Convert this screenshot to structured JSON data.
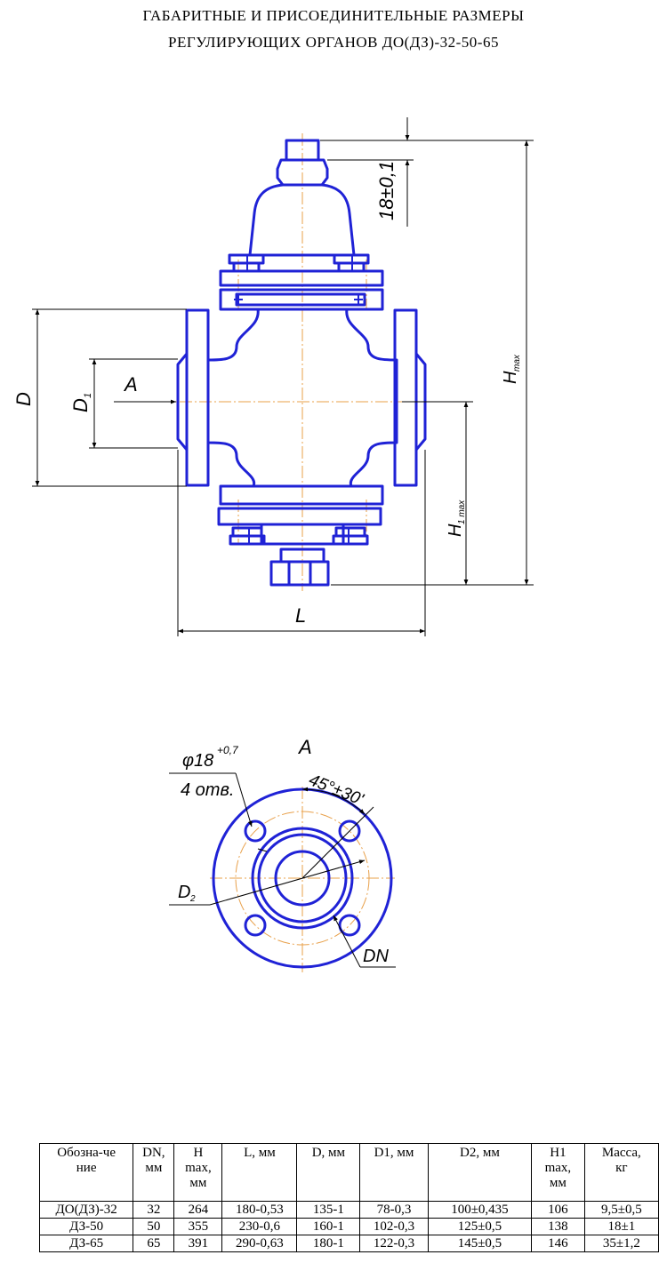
{
  "title": {
    "line1": "ГАБАРИТНЫЕ И ПРИСОЕДИНИТЕЛЬНЫЕ РАЗМЕРЫ",
    "line2": "РЕГУЛИРУЮЩИХ ОРГАНОВ ДО(ДЗ)-32-50-65"
  },
  "front_view": {
    "dim_top": "18±0,1",
    "dim_hmax": "H",
    "dim_hmax_sub": "max",
    "dim_h1max": "H",
    "dim_h1max_sub": "1 max",
    "dim_d": "D",
    "dim_d1": "D",
    "dim_d1_sub": "1",
    "dim_l": "L",
    "view_arrow": "A"
  },
  "flange_view": {
    "view_label": "A",
    "hole_dia": "φ18",
    "hole_tol": "+0,7",
    "hole_count": "4 отв.",
    "angle": "45°±30'",
    "d2": "D",
    "d2_sub": "2",
    "dn": "DN"
  },
  "colors": {
    "line": "#1f22d6",
    "axis": "#e8a04a",
    "dim": "#000000"
  },
  "table": {
    "headers": [
      [
        "Обозна-че",
        "ние"
      ],
      [
        "DN,",
        "мм"
      ],
      [
        "H",
        "max,",
        "мм"
      ],
      [
        "L, мм"
      ],
      [
        "D, мм"
      ],
      [
        "D1, мм"
      ],
      [
        "D2, мм"
      ],
      [
        "H1",
        "max,",
        "мм"
      ],
      [
        "Масса,",
        "кг"
      ]
    ],
    "rows": [
      [
        "ДО(ДЗ)-32",
        "32",
        "264",
        "180-0,53",
        "135-1",
        "78-0,3",
        "100±0,435",
        "106",
        "9,5±0,5"
      ],
      [
        "ДЗ-50",
        "50",
        "355",
        "230-0,6",
        "160-1",
        "102-0,3",
        "125±0,5",
        "138",
        "18±1"
      ],
      [
        "ДЗ-65",
        "65",
        "391",
        "290-0,63",
        "180-1",
        "122-0,3",
        "145±0,5",
        "146",
        "35±1,2"
      ]
    ]
  }
}
